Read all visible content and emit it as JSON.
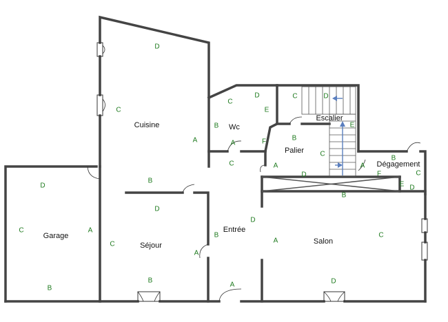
{
  "rooms": {
    "cuisine": "Cuisine",
    "wc": "Wc",
    "escalier": "Escalier",
    "palier": "Palier",
    "degagement": "Dégagement",
    "garage": "Garage",
    "sejour": "Séjour",
    "entree": "Entrée",
    "salon": "Salon"
  },
  "wall_letters": {
    "cuisine": [
      "D",
      "C",
      "A",
      "B"
    ],
    "wc": [
      "D",
      "C",
      "B",
      "E",
      "A",
      "C",
      "F"
    ],
    "escalier": [
      "C",
      "D",
      "E"
    ],
    "palier": [
      "B",
      "C",
      "A",
      "D"
    ],
    "degagement": [
      "B",
      "C",
      "A",
      "F",
      "E",
      "D"
    ],
    "garage": [
      "D",
      "C",
      "A",
      "B"
    ],
    "sejour": [
      "D",
      "C",
      "A",
      "B"
    ],
    "entree": [
      "D",
      "B",
      "A"
    ],
    "salon": [
      "A",
      "C",
      "B",
      "D"
    ]
  },
  "colors": {
    "wall": "#444444",
    "letter": "#1e7a1e",
    "stair_arrow": "#5b7fbf"
  }
}
